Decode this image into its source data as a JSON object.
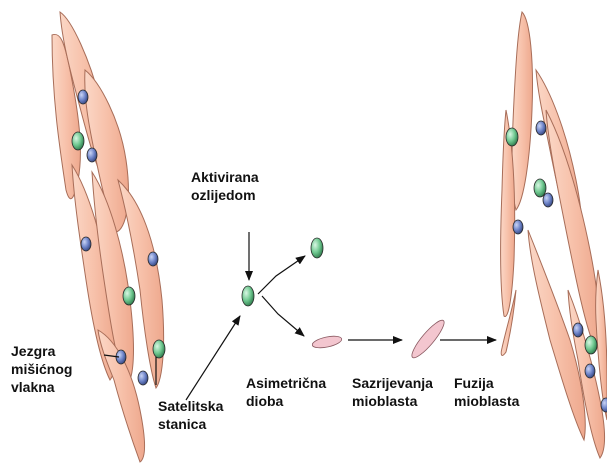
{
  "labels": {
    "activated": [
      "Aktivirana",
      "ozlijedom"
    ],
    "nucleus": [
      "Jezgra",
      "mišićnog",
      "vlakna"
    ],
    "satellite": [
      "Satelitska",
      "stanica"
    ],
    "asymmetric": [
      "Asimetrična",
      "dioba"
    ],
    "maturation": [
      "Sazrijevanja",
      "mioblasta"
    ],
    "fusion": [
      "Fuzija",
      "mioblasta"
    ]
  },
  "colors": {
    "fiber_fill": "#f7c1aa",
    "fiber_stroke": "#a86d58",
    "myonucleus": "#6d83c8",
    "satellite_cell": "#6fc890",
    "myoblast": "#f3c6cf"
  }
}
